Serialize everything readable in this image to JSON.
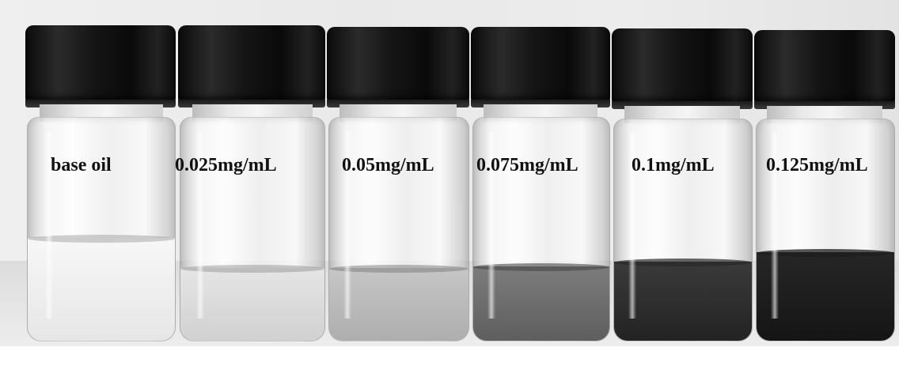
{
  "vials": [
    {
      "label": "base oil",
      "liquid_color": "#f2f2f2"
    },
    {
      "label": "0.025mg/mL",
      "liquid_color": "#dadada"
    },
    {
      "label": "0.05mg/mL",
      "liquid_color": "#b8b8b8"
    },
    {
      "label": "0.075mg/mL",
      "liquid_color": "#6e6e6e"
    },
    {
      "label": "0.1mg/mL",
      "liquid_color": "#2c2c2c"
    },
    {
      "label": "0.125mg/mL",
      "liquid_color": "#1b1b1b"
    }
  ],
  "cap_color": "#111111"
}
